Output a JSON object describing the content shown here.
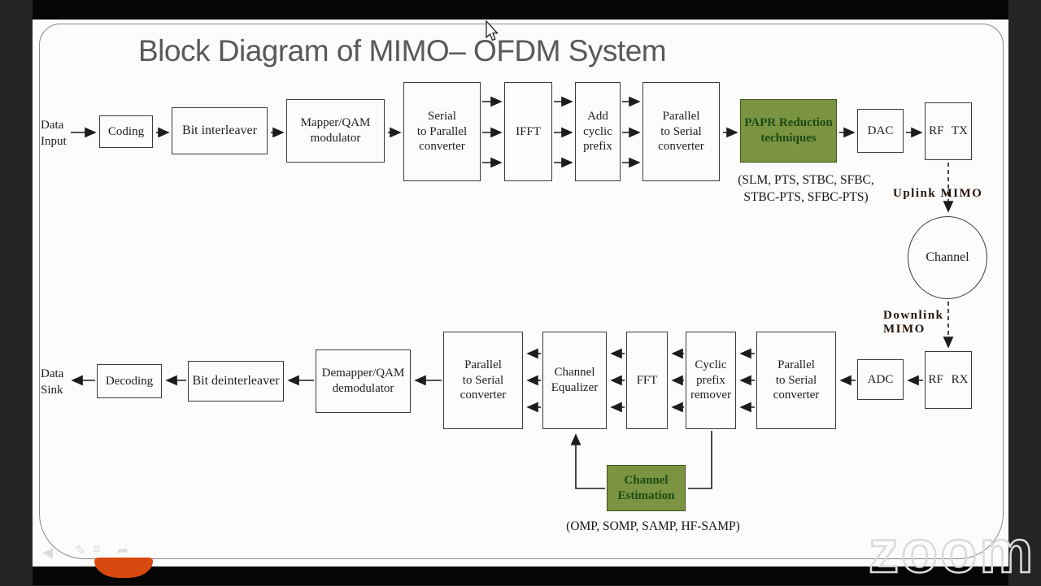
{
  "chrome": {
    "watermark": "zoom"
  },
  "slide": {
    "title": "Block Diagram of MIMO– OFDM System",
    "colors": {
      "green_fill": "#7a9442",
      "green_border": "#44511f",
      "green_text": "#1d4a14"
    },
    "tx": {
      "data_input": "Data\nInput",
      "coding": "Coding",
      "bit_interleaver": "Bit interleaver",
      "mapper": "Mapper/QAM\nmodulator",
      "s2p": "Serial\nto Parallel\nconverter",
      "ifft": "IFFT",
      "add_cp": "Add\ncyclic\nprefix",
      "p2s": "Parallel\nto Serial\nconverter",
      "papr": "PAPR Reduction\ntechniques",
      "dac": "DAC",
      "rf_tx": "RF TX"
    },
    "mid": {
      "papr_note": "(SLM, PTS, STBC, SFBC,\nSTBC-PTS, SFBC-PTS)",
      "uplink": "Uplink MIMO",
      "channel": "Channel",
      "downlink": "Downlink\nMIMO"
    },
    "rx": {
      "rf_rx": "RF RX",
      "adc": "ADC",
      "p2s_right": "Parallel\nto Serial\nconverter",
      "cp_remover": "Cyclic\nprefix\nremover",
      "fft": "FFT",
      "equalizer": "Channel\nEqualizer",
      "p2s_left": "Parallel\nto Serial\nconverter",
      "demapper": "Demapper/QAM\ndemodulator",
      "bit_deinterleaver": "Bit deinterleaver",
      "decoding": "Decoding",
      "data_sink": "Data\nSink",
      "chan_est": "Channel\nEstimation",
      "chan_est_note": "(OMP, SOMP, SAMP, HF-SAMP)"
    }
  }
}
